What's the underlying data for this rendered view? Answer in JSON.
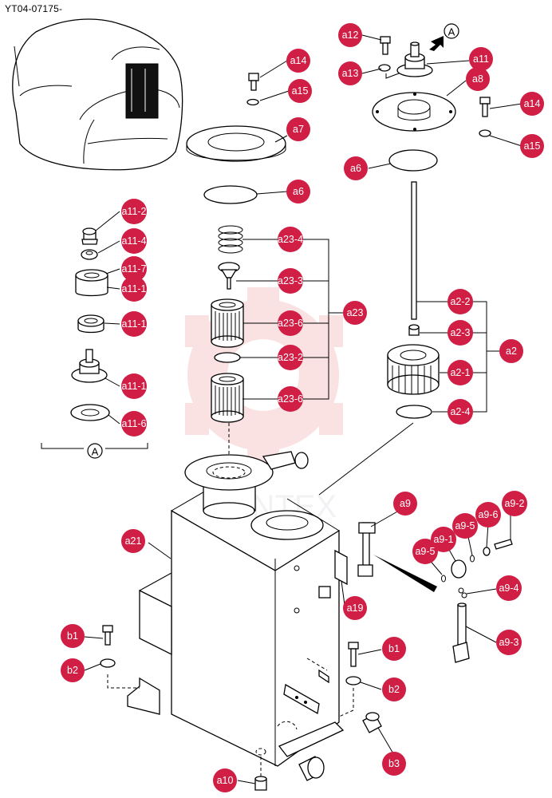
{
  "document_id": "YT04-07175-",
  "view_marks": [
    {
      "id": "top",
      "label": "A"
    },
    {
      "id": "bottom",
      "label": "A"
    }
  ],
  "watermark_text": "VINTEX",
  "callouts": [
    {
      "id": "a12",
      "label": "a12"
    },
    {
      "id": "a13",
      "label": "a13"
    },
    {
      "id": "a11",
      "label": "a11"
    },
    {
      "id": "a8",
      "label": "a8"
    },
    {
      "id": "a14-r",
      "label": "a14"
    },
    {
      "id": "a15-r",
      "label": "a15"
    },
    {
      "id": "a6-r",
      "label": "a6"
    },
    {
      "id": "a14-l",
      "label": "a14"
    },
    {
      "id": "a15-l",
      "label": "a15"
    },
    {
      "id": "a7",
      "label": "a7"
    },
    {
      "id": "a6-l",
      "label": "a6"
    },
    {
      "id": "a11-2",
      "label": "a11-2"
    },
    {
      "id": "a11-4",
      "label": "a11-4"
    },
    {
      "id": "a11-7",
      "label": "a11-7"
    },
    {
      "id": "a11-1",
      "label": "a11-1"
    },
    {
      "id": "a11-1b",
      "label": "a11-1"
    },
    {
      "id": "a11-1c",
      "label": "a11-1"
    },
    {
      "id": "a11-6",
      "label": "a11-6"
    },
    {
      "id": "a23-4",
      "label": "a23-4"
    },
    {
      "id": "a23-3",
      "label": "a23-3"
    },
    {
      "id": "a23",
      "label": "a23"
    },
    {
      "id": "a23-6a",
      "label": "a23-6"
    },
    {
      "id": "a23-2",
      "label": "a23-2"
    },
    {
      "id": "a23-6b",
      "label": "a23-6"
    },
    {
      "id": "a2-2",
      "label": "a2-2"
    },
    {
      "id": "a2-3",
      "label": "a2-3"
    },
    {
      "id": "a2",
      "label": "a2"
    },
    {
      "id": "a2-1",
      "label": "a2-1"
    },
    {
      "id": "a2-4",
      "label": "a2-4"
    },
    {
      "id": "a9",
      "label": "a9"
    },
    {
      "id": "a9-2",
      "label": "a9-2"
    },
    {
      "id": "a9-6",
      "label": "a9-6"
    },
    {
      "id": "a9-5a",
      "label": "a9-5"
    },
    {
      "id": "a9-1",
      "label": "a9-1"
    },
    {
      "id": "a9-5b",
      "label": "a9-5"
    },
    {
      "id": "a9-4",
      "label": "a9-4"
    },
    {
      "id": "a9-3",
      "label": "a9-3"
    },
    {
      "id": "a21",
      "label": "a21"
    },
    {
      "id": "a19",
      "label": "a19"
    },
    {
      "id": "b1-l",
      "label": "b1"
    },
    {
      "id": "b2-l",
      "label": "b2"
    },
    {
      "id": "b1-r",
      "label": "b1"
    },
    {
      "id": "b2-r",
      "label": "b2"
    },
    {
      "id": "b3",
      "label": "b3"
    },
    {
      "id": "a10",
      "label": "a10"
    }
  ]
}
